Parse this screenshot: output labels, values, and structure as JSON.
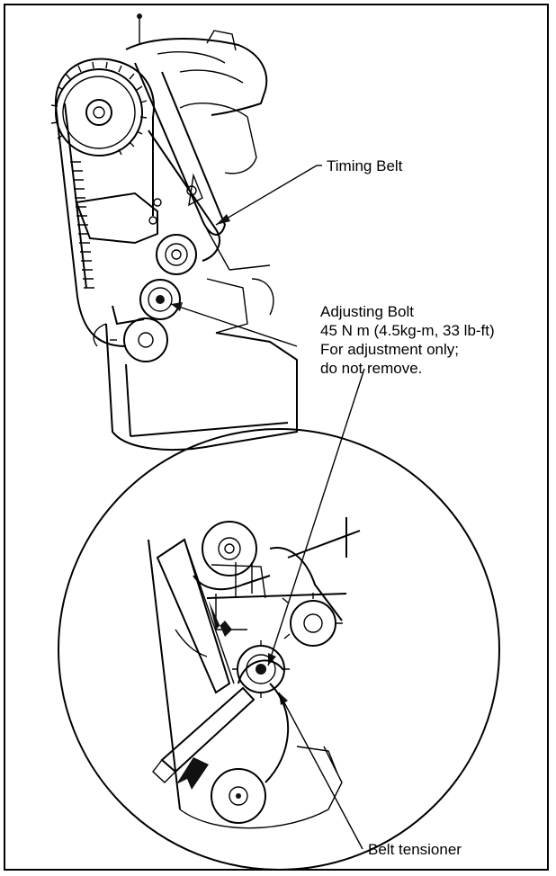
{
  "labels": {
    "timing_belt": "Timing Belt",
    "adjusting_bolt": [
      "Adjusting Bolt",
      "45 N m (4.5kg-m, 33 lb-ft)",
      "For adjustment only;",
      "do not remove."
    ],
    "belt_tensioner": "Belt tensioner"
  },
  "colors": {
    "line": "#000000",
    "background": "#ffffff"
  }
}
